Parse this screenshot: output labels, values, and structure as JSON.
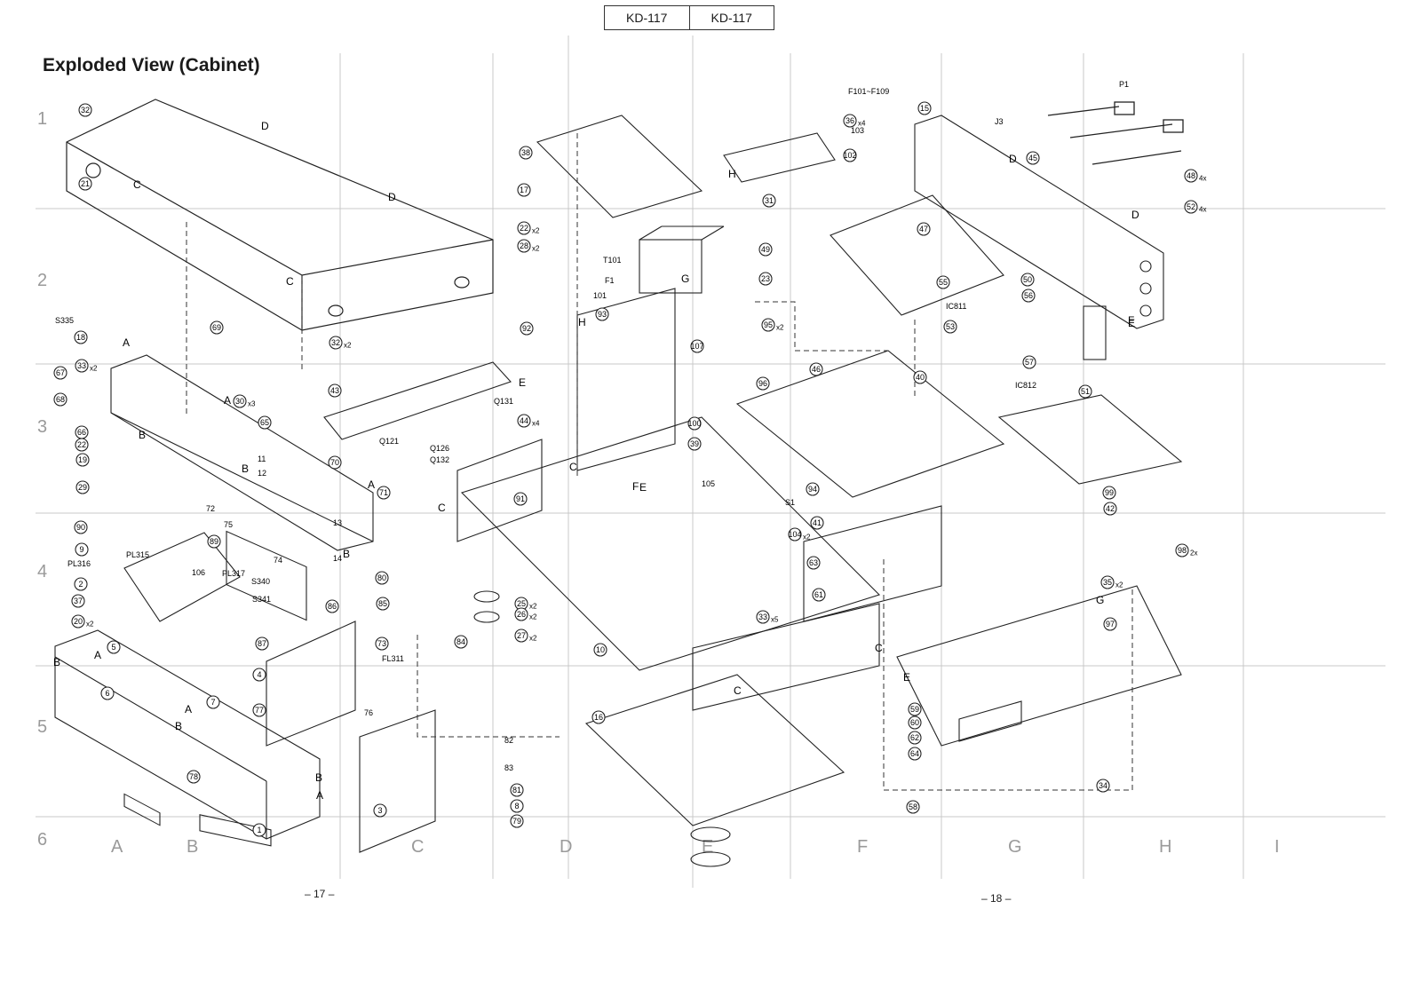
{
  "header": {
    "model_left": "KD-117",
    "model_right": "KD-117"
  },
  "title": "Exploded View (Cabinet)",
  "page_numbers": {
    "left": "– 17 –",
    "right": "– 18 –"
  },
  "grid": {
    "rows": [
      "1",
      "2",
      "3",
      "4",
      "5",
      "6"
    ],
    "columns": [
      "A",
      "B",
      "C",
      "D",
      "E",
      "F",
      "G",
      "H",
      "I"
    ]
  },
  "reference_letters": [
    "A",
    "B",
    "C",
    "D",
    "E",
    "F",
    "G",
    "H"
  ],
  "callouts": [
    {
      "label": "32",
      "qty": ""
    },
    {
      "label": "21",
      "qty": ""
    },
    {
      "label": "28",
      "qty": "x2"
    },
    {
      "label": "22",
      "qty": "x2"
    },
    {
      "label": "32",
      "qty": "x2"
    },
    {
      "label": "69",
      "qty": ""
    },
    {
      "label": "18",
      "qty": ""
    },
    {
      "label": "33",
      "qty": "x2"
    },
    {
      "label": "67",
      "qty": ""
    },
    {
      "label": "68",
      "qty": ""
    },
    {
      "label": "66",
      "qty": ""
    },
    {
      "label": "22",
      "qty": ""
    },
    {
      "label": "19",
      "qty": ""
    },
    {
      "label": "29",
      "qty": ""
    },
    {
      "label": "65",
      "qty": ""
    },
    {
      "label": "30",
      "qty": "x3"
    },
    {
      "label": "43",
      "qty": ""
    },
    {
      "label": "44",
      "qty": "x4"
    },
    {
      "label": "70",
      "qty": ""
    },
    {
      "label": "71",
      "qty": ""
    },
    {
      "label": "91",
      "qty": ""
    },
    {
      "label": "90",
      "qty": ""
    },
    {
      "label": "89",
      "qty": ""
    },
    {
      "label": "9",
      "qty": ""
    },
    {
      "label": "2",
      "qty": ""
    },
    {
      "label": "37",
      "qty": ""
    },
    {
      "label": "20",
      "qty": "x2"
    },
    {
      "label": "5",
      "qty": ""
    },
    {
      "label": "6",
      "qty": ""
    },
    {
      "label": "78",
      "qty": ""
    },
    {
      "label": "87",
      "qty": ""
    },
    {
      "label": "86",
      "qty": ""
    },
    {
      "label": "85",
      "qty": ""
    },
    {
      "label": "80",
      "qty": ""
    },
    {
      "label": "73",
      "qty": ""
    },
    {
      "label": "84",
      "qty": ""
    },
    {
      "label": "81",
      "qty": ""
    },
    {
      "label": "8",
      "qty": ""
    },
    {
      "label": "79",
      "qty": ""
    },
    {
      "label": "3",
      "qty": ""
    },
    {
      "label": "1",
      "qty": ""
    },
    {
      "label": "4",
      "qty": ""
    },
    {
      "label": "7",
      "qty": ""
    },
    {
      "label": "77",
      "qty": ""
    },
    {
      "label": "38",
      "qty": ""
    },
    {
      "label": "17",
      "qty": ""
    },
    {
      "label": "31",
      "qty": ""
    },
    {
      "label": "92",
      "qty": ""
    },
    {
      "label": "93",
      "qty": ""
    },
    {
      "label": "107",
      "qty": ""
    },
    {
      "label": "100",
      "qty": ""
    },
    {
      "label": "39",
      "qty": ""
    },
    {
      "label": "10",
      "qty": ""
    },
    {
      "label": "16",
      "qty": ""
    },
    {
      "label": "25",
      "qty": "x2"
    },
    {
      "label": "26",
      "qty": "x2"
    },
    {
      "label": "27",
      "qty": "x2"
    },
    {
      "label": "33",
      "qty": "x5"
    },
    {
      "label": "102",
      "qty": ""
    },
    {
      "label": "36",
      "qty": "x4"
    },
    {
      "label": "49",
      "qty": ""
    },
    {
      "label": "23",
      "qty": ""
    },
    {
      "label": "96",
      "qty": ""
    },
    {
      "label": "46",
      "qty": ""
    },
    {
      "label": "40",
      "qty": ""
    },
    {
      "label": "94",
      "qty": ""
    },
    {
      "label": "41",
      "qty": ""
    },
    {
      "label": "63",
      "qty": ""
    },
    {
      "label": "61",
      "qty": ""
    },
    {
      "label": "47",
      "qty": ""
    },
    {
      "label": "55",
      "qty": ""
    },
    {
      "label": "53",
      "qty": ""
    },
    {
      "label": "56",
      "qty": ""
    },
    {
      "label": "57",
      "qty": ""
    },
    {
      "label": "50",
      "qty": ""
    },
    {
      "label": "51",
      "qty": ""
    },
    {
      "label": "42",
      "qty": ""
    },
    {
      "label": "99",
      "qty": ""
    },
    {
      "label": "97",
      "qty": ""
    },
    {
      "label": "34",
      "qty": ""
    },
    {
      "label": "58",
      "qty": ""
    },
    {
      "label": "59",
      "qty": ""
    },
    {
      "label": "60",
      "qty": ""
    },
    {
      "label": "62",
      "qty": ""
    },
    {
      "label": "64",
      "qty": ""
    },
    {
      "label": "45",
      "qty": ""
    },
    {
      "label": "15",
      "qty": ""
    },
    {
      "label": "48",
      "qty": "4x"
    },
    {
      "label": "52",
      "qty": "4x"
    },
    {
      "label": "35",
      "qty": "x2"
    },
    {
      "label": "104",
      "qty": "x2"
    },
    {
      "label": "95",
      "qty": "x2"
    },
    {
      "label": "98",
      "qty": "2x"
    }
  ],
  "part_tags": [
    "S335",
    "PL316",
    "PL315",
    "PL317",
    "S340",
    "S341",
    "FL311",
    "Q131",
    "Q121",
    "Q132",
    "Q126",
    "T101",
    "F1",
    "101",
    "105",
    "S1",
    "F101~F109",
    "103",
    "IC811",
    "IC812",
    "P1",
    "J3",
    "11",
    "12",
    "13",
    "14",
    "72",
    "74",
    "75",
    "82",
    "83",
    "76",
    "106"
  ],
  "colors": {
    "line": "#222222",
    "grid": "#bdbdbd",
    "paper": "#ffffff"
  }
}
